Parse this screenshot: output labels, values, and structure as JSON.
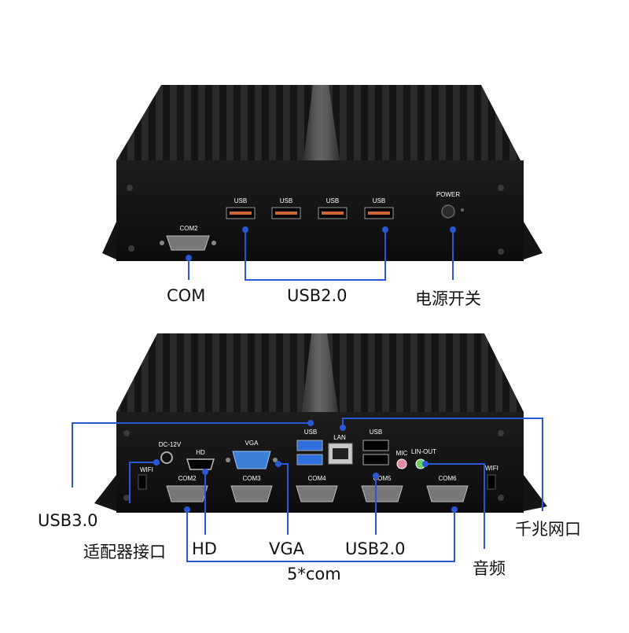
{
  "top_device": {
    "port_labels": {
      "com": "COM2",
      "usb": [
        "USB",
        "USB",
        "USB",
        "USB"
      ],
      "power": "POWER"
    },
    "callouts": {
      "com": "COM",
      "usb": "USB2.0",
      "power": "电源开关"
    }
  },
  "bottom_device": {
    "port_labels": {
      "dc": "DC-12V",
      "hd": "HD",
      "vga": "VGA",
      "usb_left": "USB",
      "lan": "LAN",
      "usb_right": "USB",
      "mic": "MIC",
      "lineout": "LIN-OUT",
      "wifi_left": "WIFI",
      "wifi_right": "WIFI",
      "com": [
        "COM2",
        "COM3",
        "COM4",
        "COM5",
        "COM6"
      ]
    },
    "callouts": {
      "usb3": "USB3.0",
      "adapter": "适配器接口",
      "hd": "HD",
      "vga": "VGA",
      "usb2": "USB2.0",
      "com": "5*com",
      "gigabit": "千兆网口",
      "audio": "音频"
    }
  },
  "colors": {
    "chassis": "#1a1a1a",
    "panel": "#101010",
    "callout_line": "#2b57d6",
    "usb3_blue": "#2f6fe0",
    "vga_blue": "#3b7fd8",
    "mic_pink": "#e58aa0",
    "lineout_green": "#6fcf6a"
  }
}
